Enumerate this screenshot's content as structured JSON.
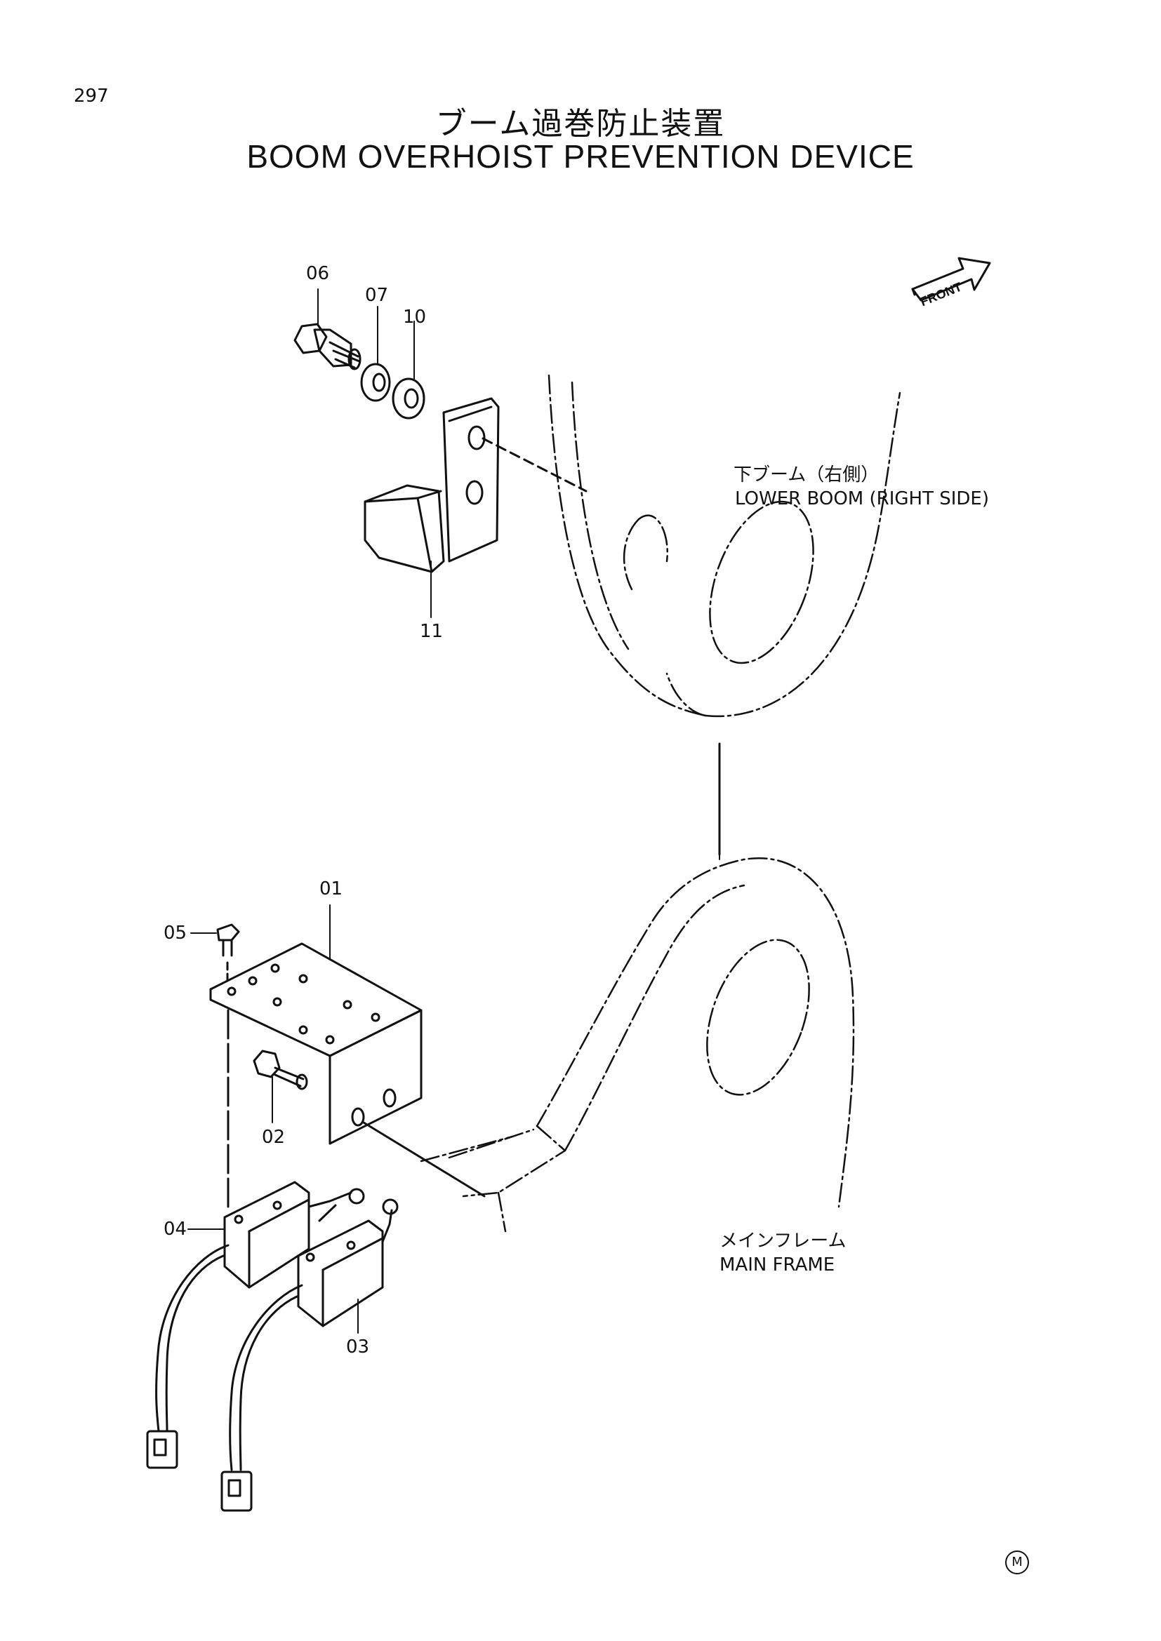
{
  "page_number": "297",
  "title_jp": "ブーム過巻防止装置",
  "title_en": "BOOM OVERHOIST PREVENTION DEVICE",
  "front_arrow_label": "FRONT",
  "callouts": {
    "c01": "01",
    "c02": "02",
    "c03": "03",
    "c04": "04",
    "c05": "05",
    "c06": "06",
    "c07": "07",
    "c10": "10",
    "c11": "11"
  },
  "notes": {
    "lower_boom_jp": "下ブーム（右側）",
    "lower_boom_en": "LOWER BOOM (RIGHT SIDE)",
    "main_frame_jp": "メインフレーム",
    "main_frame_en": "MAIN FRAME"
  },
  "corner_mark": "M"
}
